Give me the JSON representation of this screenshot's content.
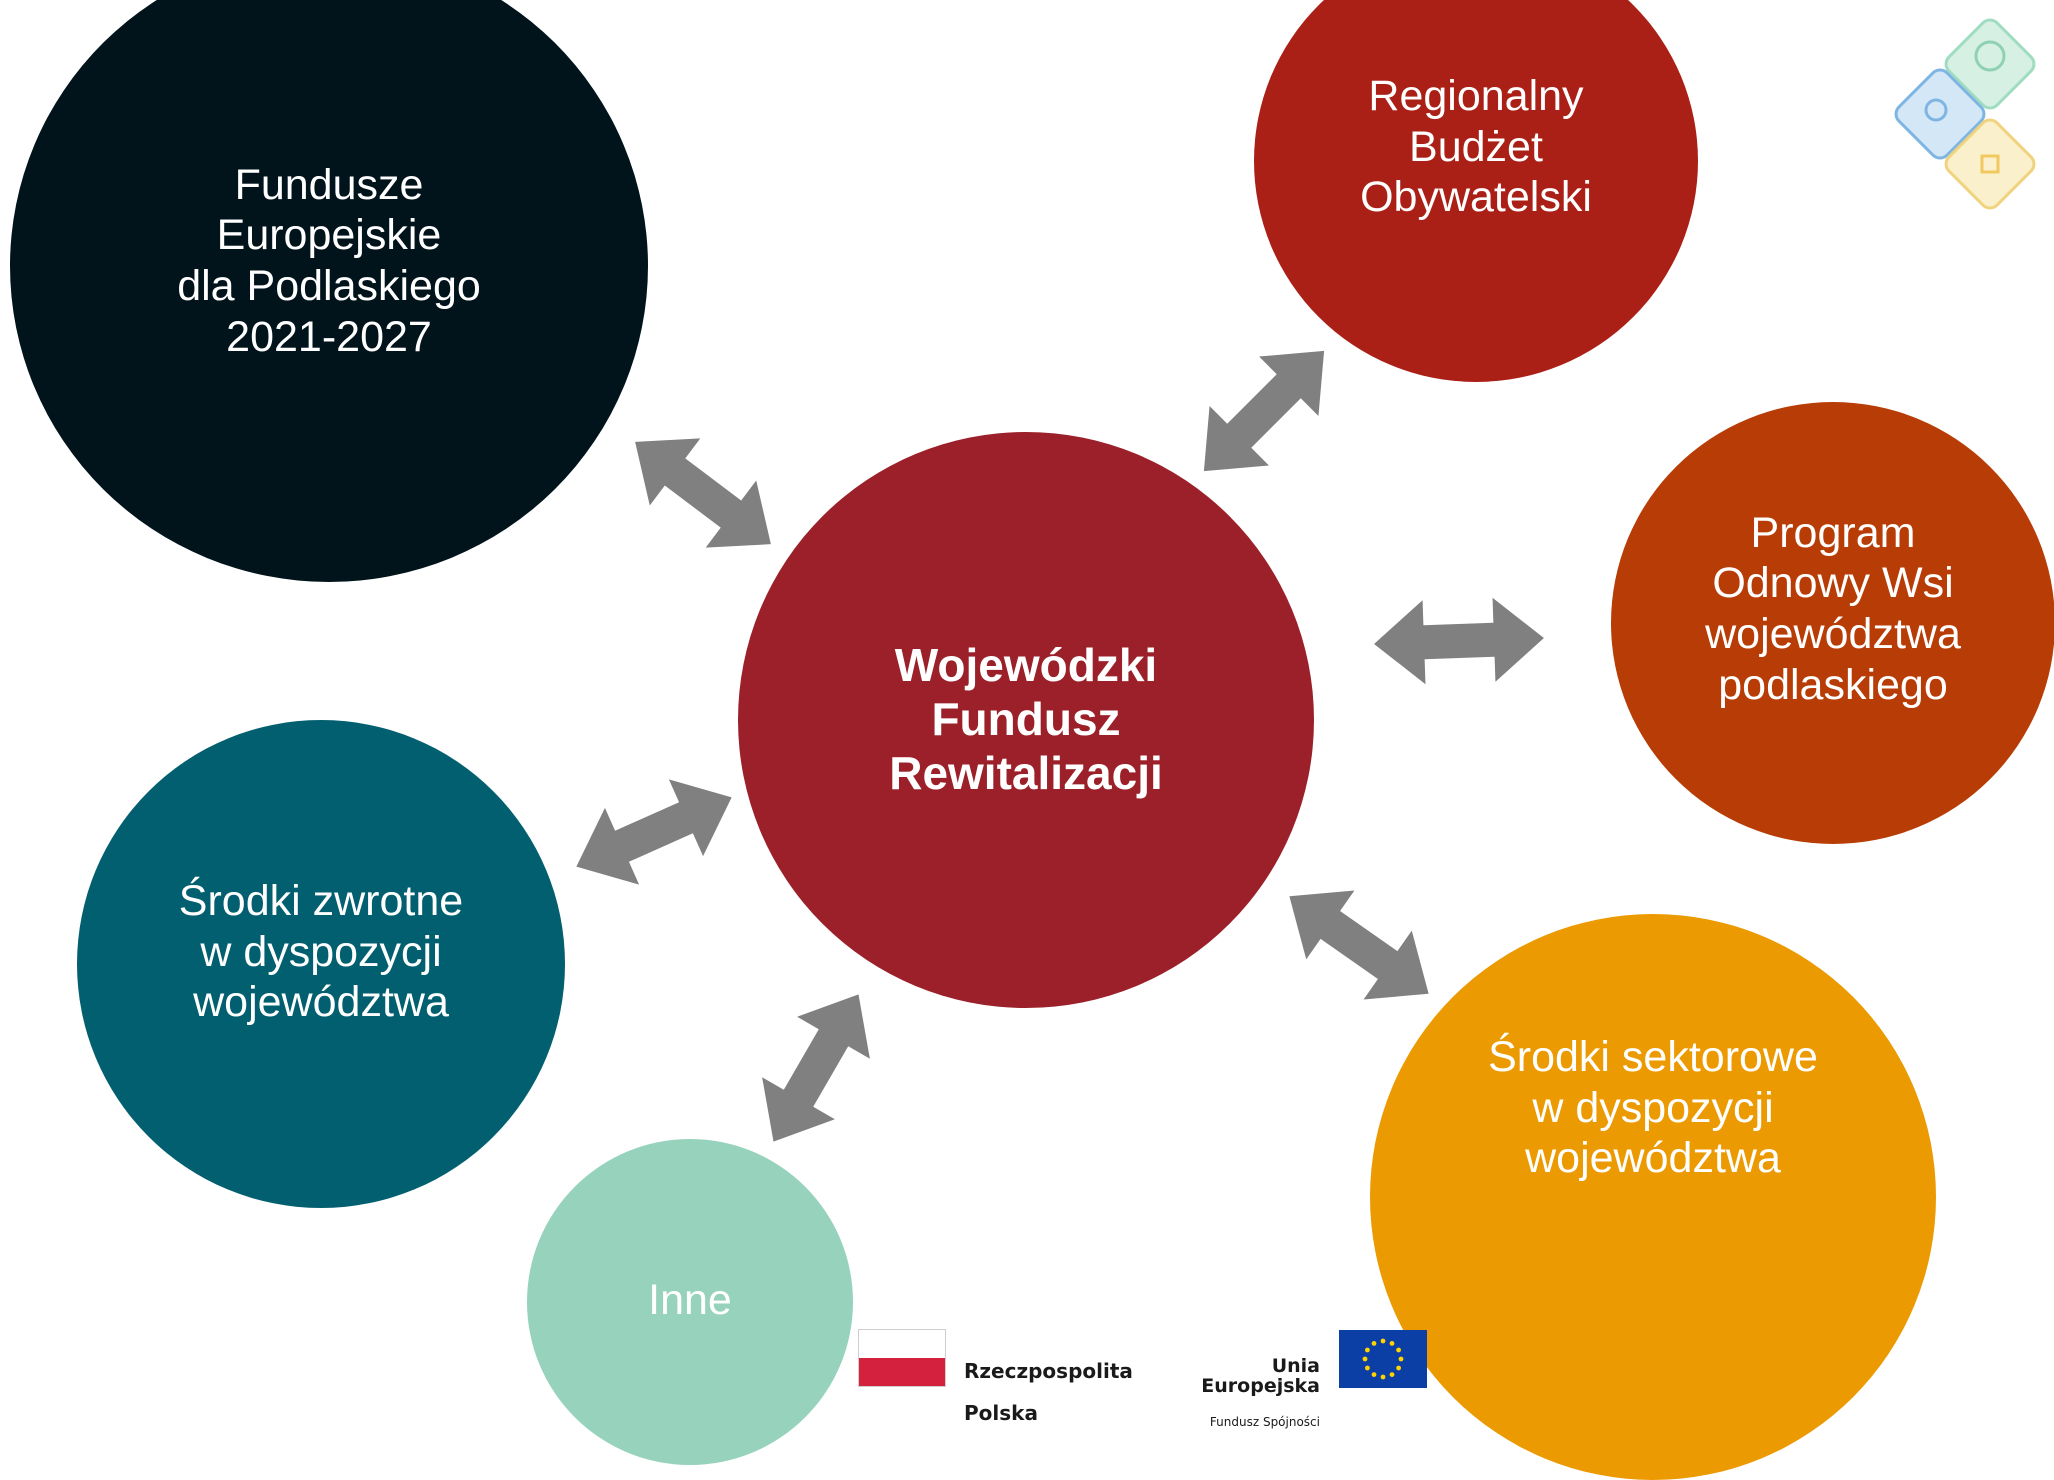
{
  "diagram": {
    "center": {
      "label": "Wojewódzki\nFundusz\nRewitalizacji",
      "color": "#9b2029"
    },
    "nodes": [
      {
        "id": "fe-podlaskie",
        "label": "Fundusze\nEuropejskie\ndla Podlaskiego\n2021-2027",
        "color": "#01131b"
      },
      {
        "id": "rbo",
        "label": "Regionalny\nBudżet\nObywatelski",
        "color": "#ab2016"
      },
      {
        "id": "prow",
        "label": "Program\nOdnowy Wsi\nwojewództwa\npodlaskiego",
        "color": "#b73c05"
      },
      {
        "id": "sektorowe",
        "label": "Środki sektorowe\nw dyspozycji\nwojewództwa",
        "color": "#ec9a01"
      },
      {
        "id": "zwrotne",
        "label": "Środki zwrotne\nw dyspozycji\nwojewództwa",
        "color": "#025f6f"
      },
      {
        "id": "inne",
        "label": "Inne",
        "color": "#96d2bc"
      }
    ],
    "arrow_color": "#808080"
  },
  "footer": {
    "rp_logo": {
      "line1": "Rzeczpospolita",
      "line2": "Polska"
    },
    "ue_logo": {
      "line1": "Unia Europejska",
      "line2": "Fundusz Spójności"
    }
  },
  "corner_logo": {
    "icons": [
      "tree-icon",
      "person-icon",
      "house-icon"
    ]
  }
}
